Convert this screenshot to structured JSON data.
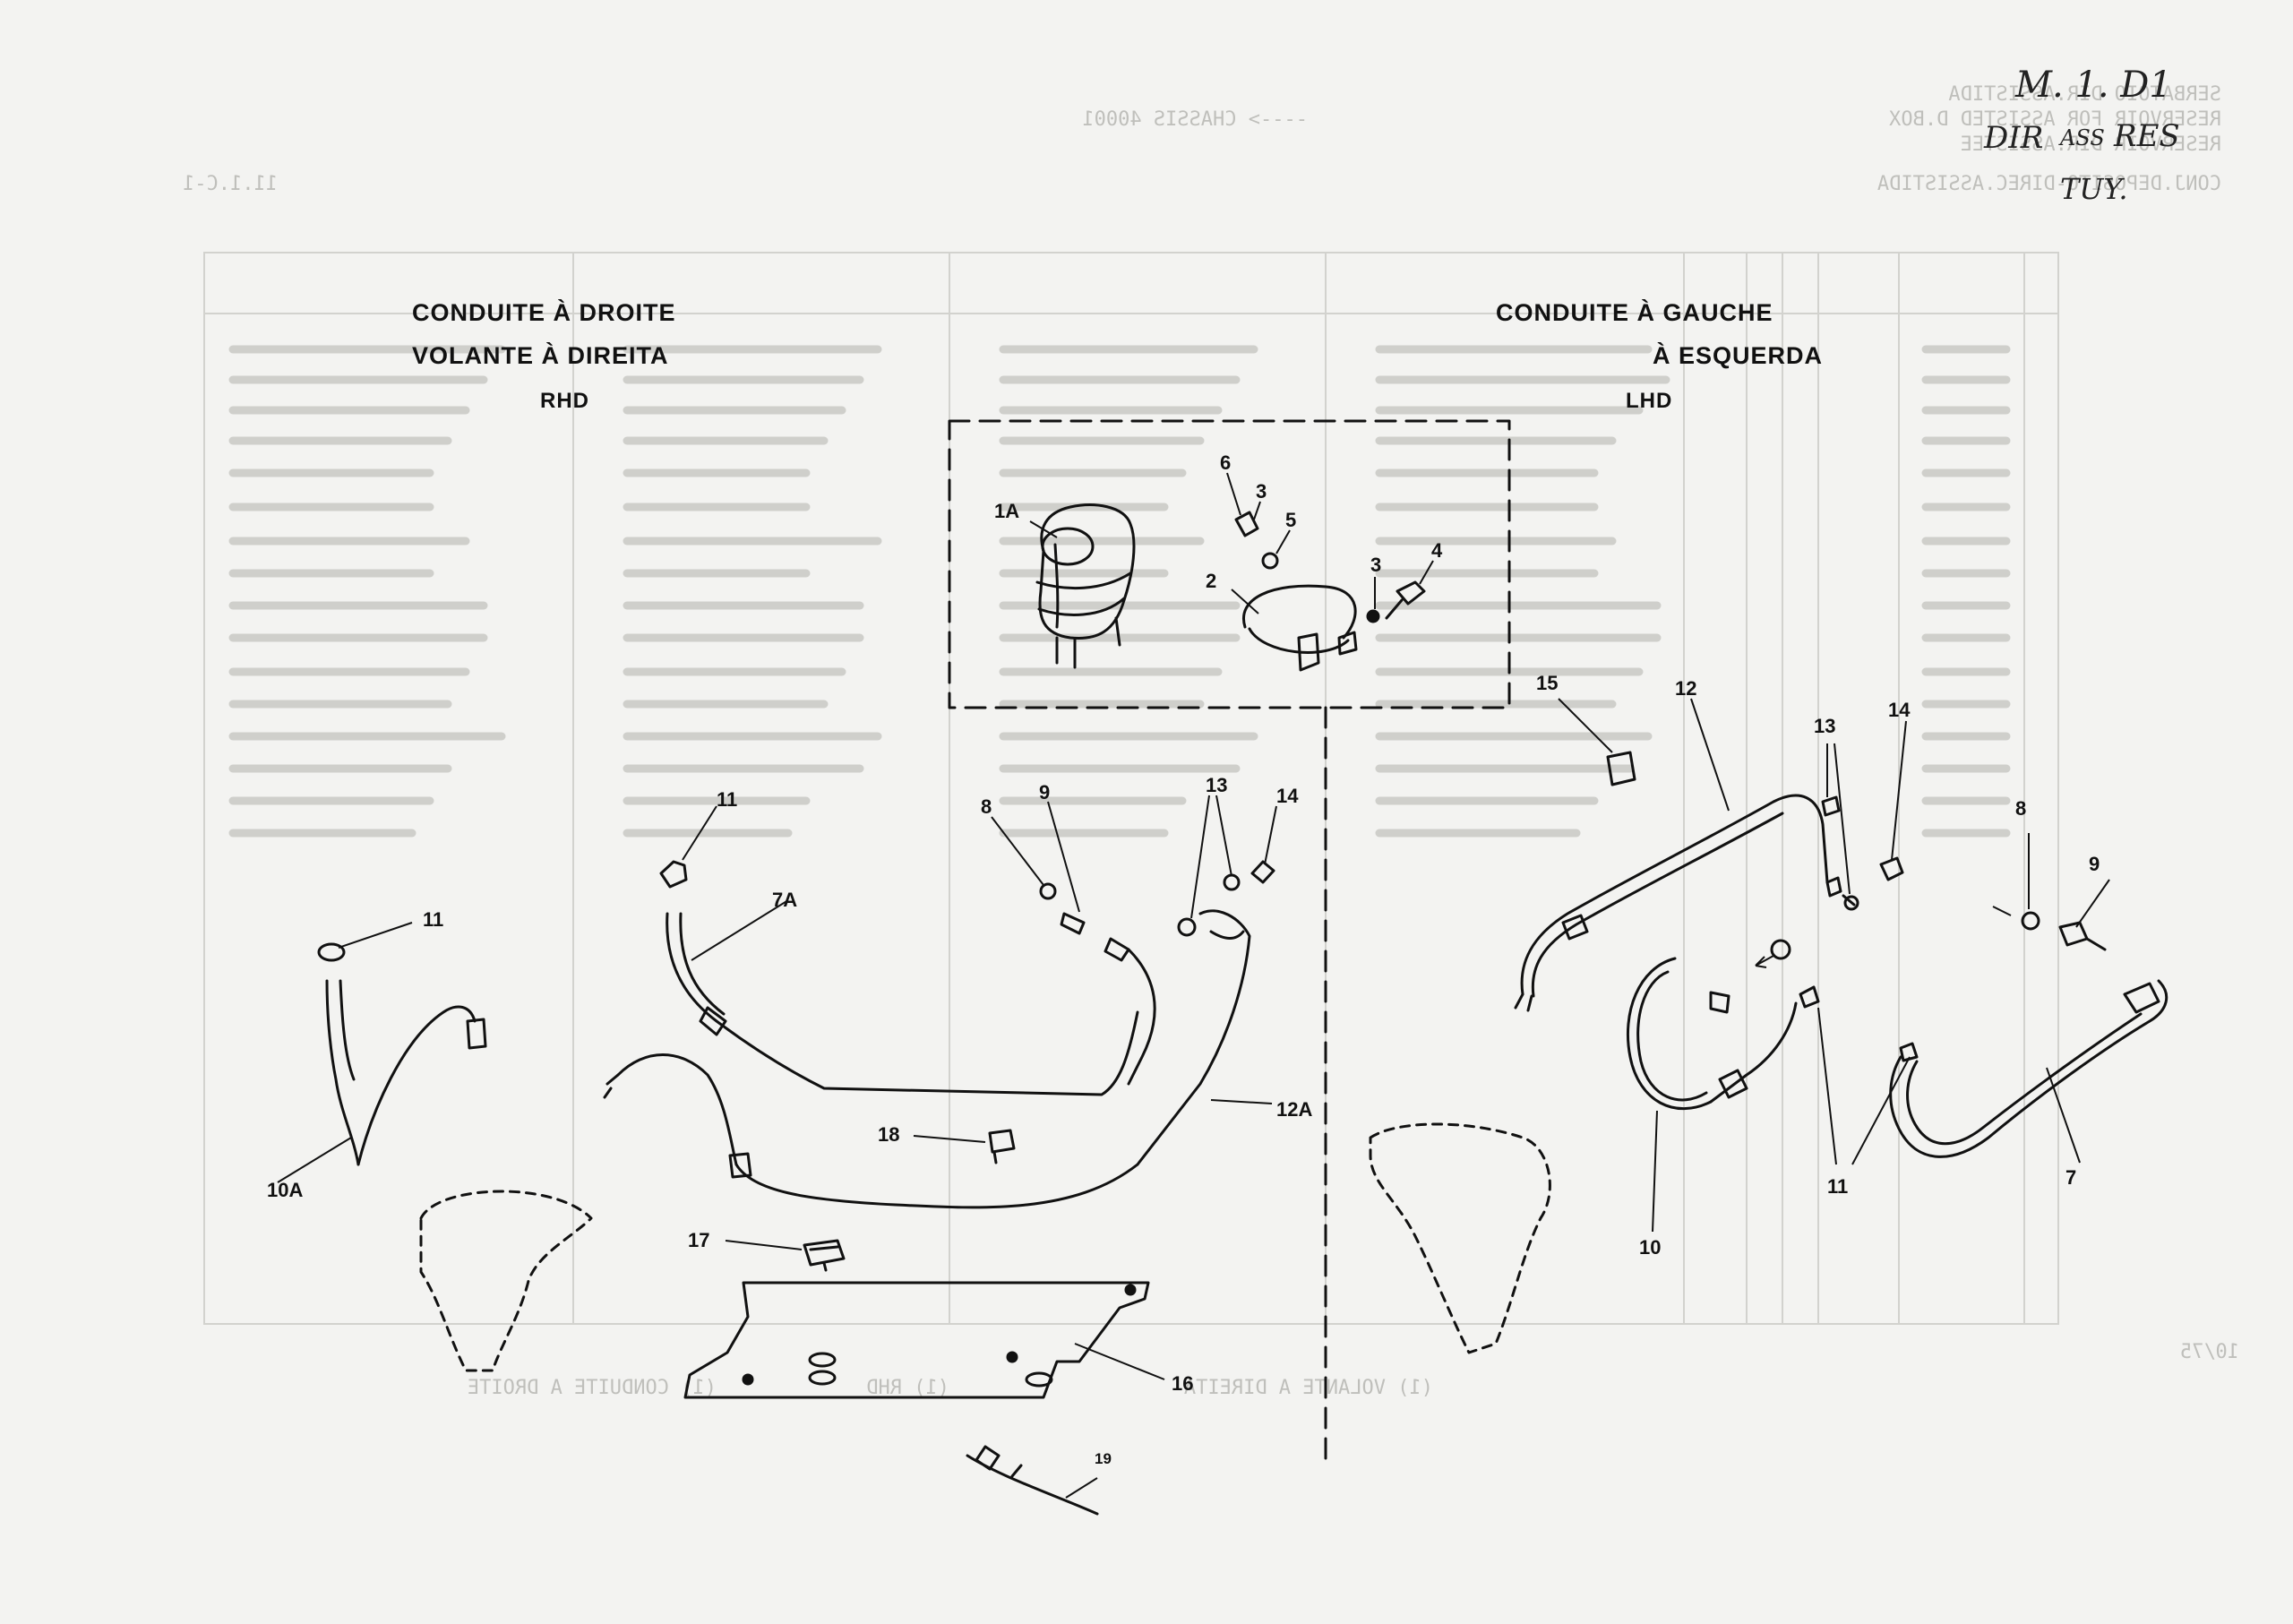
{
  "handwritten": {
    "line1": "M. 1. D1",
    "line2a": "DIR",
    "line2b": "ASS",
    "line2c": "RES",
    "line3": "TUY."
  },
  "headings": {
    "right_drive_fr": "CONDUITE À DROITE",
    "right_drive_pt": "VOLANTE À DIREITA",
    "right_drive_nl": "RHD",
    "left_drive_fr": "CONDUITE À GAUCHE",
    "left_drive_pt": "À ESQUERDA",
    "left_drive_nl": "LHD"
  },
  "callouts": [
    "1A",
    "2",
    "3",
    "4",
    "5",
    "6",
    "7",
    "7A",
    "8",
    "9",
    "10",
    "10A",
    "11",
    "12",
    "12A",
    "13",
    "14",
    "15",
    "16",
    "17",
    "18",
    "19"
  ],
  "mirrored_background": {
    "title_lines": [
      "SERBATOIO DIR.ASSISTIDA",
      "RESERVOIR FOR ASSISTED D.BOX",
      "RESERVOIR DIR.ASSISTEE",
      "CONJ.DEPOSITO-DIREC.ASSISTIDA"
    ],
    "chassis": "----> CHASSIS 40001",
    "page_ref": "11.1.C-1",
    "footer_left": "(1) VOLANTE A DIREITA",
    "footer_mid": "(1) RHD",
    "footer_right": "(1) CONDUITE A DROITE",
    "date": "10/75"
  },
  "colors": {
    "ink": "#111111",
    "paper": "#f3f3f1",
    "ghost": "#bfbfbb"
  }
}
